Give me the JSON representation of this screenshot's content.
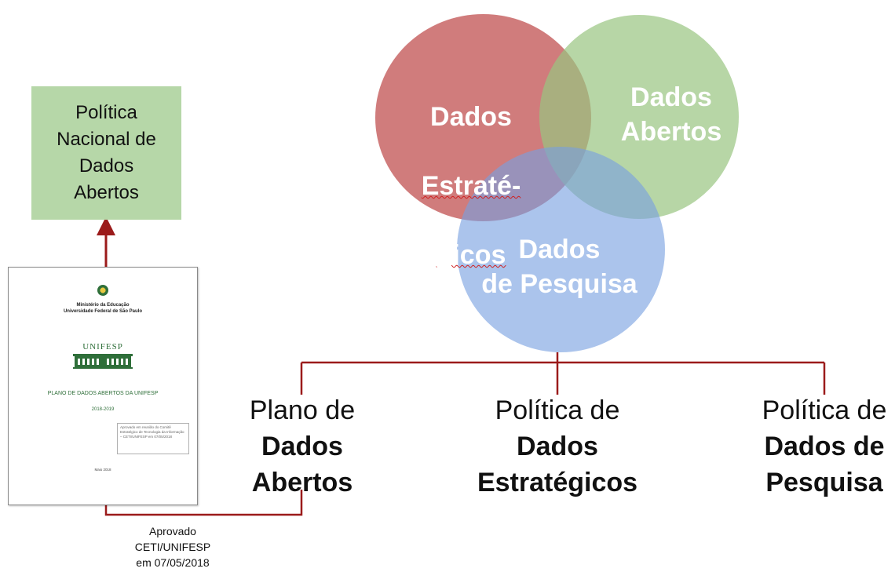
{
  "policy_box": {
    "text": "Política\nNacional de\nDados\nAbertos",
    "color": "#b6d7a8"
  },
  "document": {
    "ministry": "Ministério da Educação",
    "university": "Universidade Federal de São Paulo",
    "brand": "UNIFESP",
    "title": "PLANO DE DADOS ABERTOS DA UNIFESP",
    "year": "2018-2019",
    "note": "Aprovado em reunião do Comitê Estratégico de Tecnologia da Informação – CETI/UNIFESP em 07/05/2018",
    "footer_date": "Maio 2018"
  },
  "venn": {
    "estrategicos": {
      "line1": "Dados",
      "line2": "Estraté-",
      "line3": "gicos",
      "color": "#c05050"
    },
    "abertos": {
      "text": "Dados\nAbertos",
      "color": "#98c480"
    },
    "pesquisa": {
      "text": "Dados\nde Pesquisa",
      "color": "#78a0e1"
    }
  },
  "bottom": {
    "plano": {
      "normal": "Plano de",
      "bold1": "Dados",
      "bold2": "Abertos"
    },
    "politica_estrategicos": {
      "normal": "Política de",
      "bold1": "Dados",
      "bold2": "Estratégicos"
    },
    "politica_pesquisa": {
      "normal": "Política de",
      "bold1": "Dados de",
      "bold2": "Pesquisa"
    }
  },
  "approval": {
    "line1": "Aprovado",
    "line2": "CETI/UNIFESP",
    "line3": "em 07/05/2018"
  },
  "colors": {
    "connector": "#9b1b1b"
  }
}
